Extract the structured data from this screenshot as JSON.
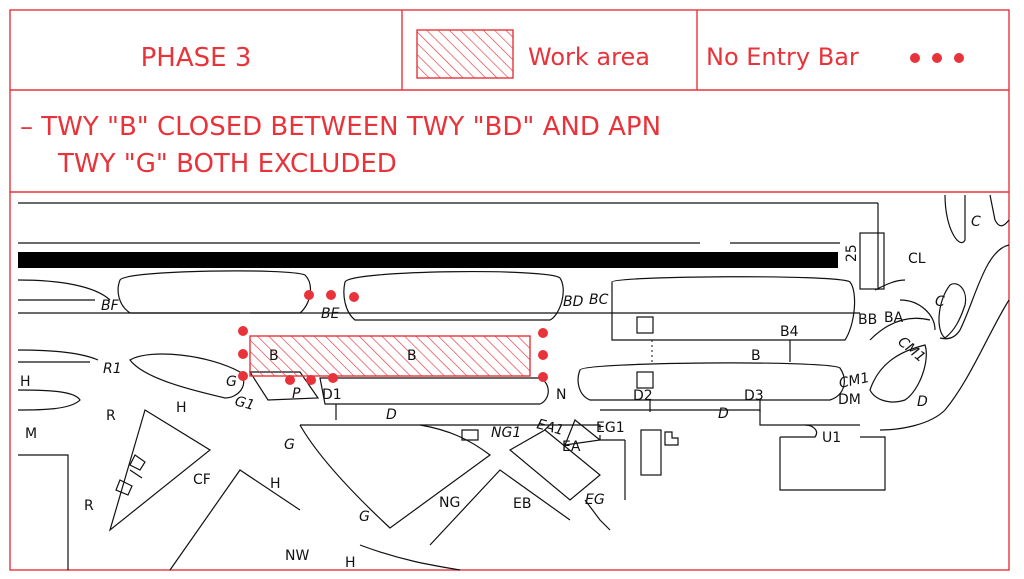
{
  "header": {
    "phase": "PHASE 3",
    "work_area_label": "Work area",
    "no_entry_label": "No Entry Bar",
    "note_line1": "– TWY \"B\" CLOSED BETWEEN TWY \"BD\" AND APN",
    "note_line2": "TWY \"G\" BOTH EXCLUDED"
  },
  "colors": {
    "accent": "#e8333a",
    "runway": "#000000",
    "linework": "#111111"
  },
  "map_labels": {
    "c_top": "C",
    "cl": "CL",
    "c_mid": "C",
    "runway_25": "25",
    "bf": "BF",
    "be": "BE",
    "bd": "BD",
    "bc": "BC",
    "bb": "BB",
    "ba": "BA",
    "b4": "B4",
    "b_right": "B",
    "b_work1": "B",
    "b_work2": "B",
    "cm1_a": "CM1",
    "cm1_b": "CM1",
    "dm": "DM",
    "d_right": "D",
    "r1": "R1",
    "h_left": "H",
    "g": "G",
    "g1": "G1",
    "p": "P",
    "d1": "D1",
    "n": "N",
    "d2": "D2",
    "d3": "D3",
    "d_mid1": "D",
    "d_mid2": "D",
    "u1": "U1",
    "h_mid": "H",
    "r_top": "R",
    "m": "M",
    "ng1": "NG1",
    "ea1": "EA1",
    "eg1": "EG1",
    "ea": "EA",
    "g_mid": "G",
    "cf": "CF",
    "h_lower": "H",
    "r_bottom": "R",
    "g_bottom": "G",
    "ng": "NG",
    "eb": "EB",
    "eg": "EG",
    "nw": "NW",
    "h_bottom": "H"
  }
}
